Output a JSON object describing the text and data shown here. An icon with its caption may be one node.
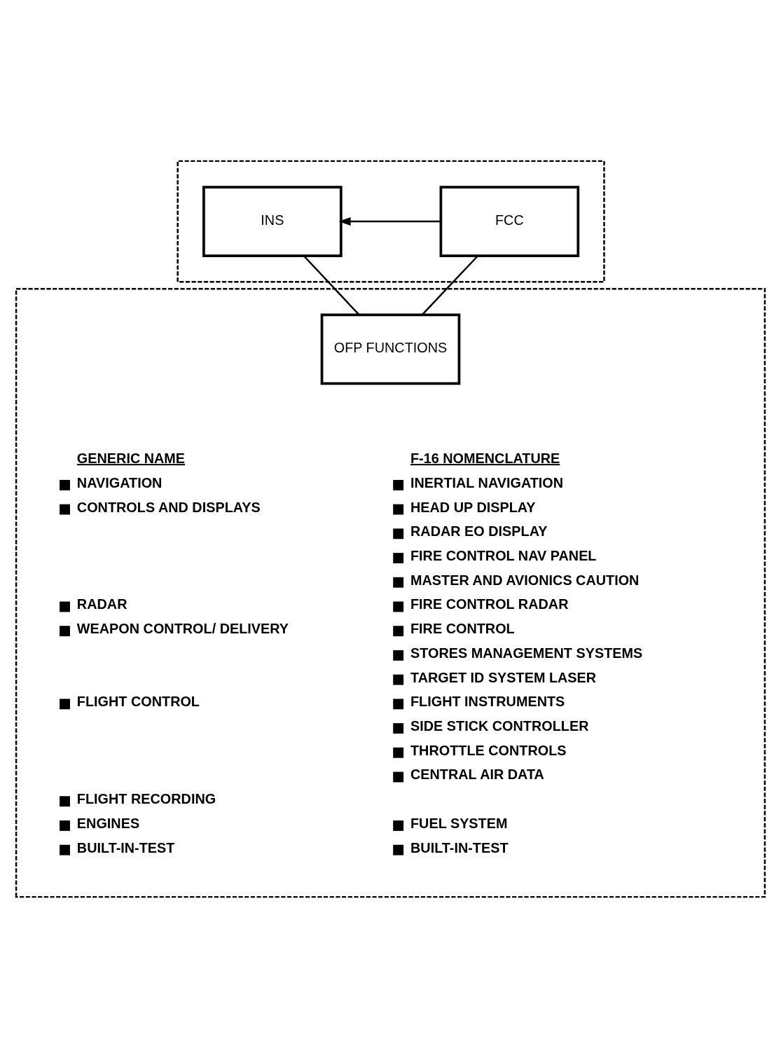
{
  "diagram": {
    "nodes": [
      {
        "text": [],
        "shape": "box"
      },
      {
        "text": [
          "FCC"
        ],
        "in": 0
      },
      {
        "text": [
          "INS"
        ],
        "in": 0
      },
      {
        "text": [],
        "shape": "box"
      },
      {
        "text": [
          "OFP FUNCTIONS"
        ],
        "in": 3
      }
    ],
    "edges": [
      {
        "from": 1,
        "to": 2,
        "arrow": "to"
      },
      {
        "from": 1,
        "to": 4,
        "arrow": "none"
      },
      {
        "from": 2,
        "to": 4,
        "arrow": "none"
      }
    ],
    "labels": [
      "GENERIC NAME",
      "F-16 NOMENCLATURE",
      "NAVIGATION",
      "INERTIAL NAVIGATION",
      "CONTROLS AND DISPLAYS",
      "HEAD UP DISPLAY",
      "RADAR EO DISPLAY",
      "FIRE CONTROL NAV PANEL",
      "MASTER AND AVIONICS CAUTION",
      "RADAR",
      "FIRE CONTROL RADAR",
      "WEAPON CONTROL/ DELIVERY",
      "FIRE CONTROL",
      "STORES MANAGEMENT SYSTEMS",
      "TARGET ID SYSTEM LASER",
      "FLIGHT CONTROL",
      "FLIGHT INSTRUMENTS",
      "SIDE STICK CONTROLLER",
      "THROTTLE CONTROLS",
      "CENTRAL AIR DATA",
      "FLIGHT RECORDING",
      "ENGINES",
      "FUEL SYSTEM",
      "BUILT-IN-TEST",
      "BUILT-IN-TEST"
    ]
  }
}
